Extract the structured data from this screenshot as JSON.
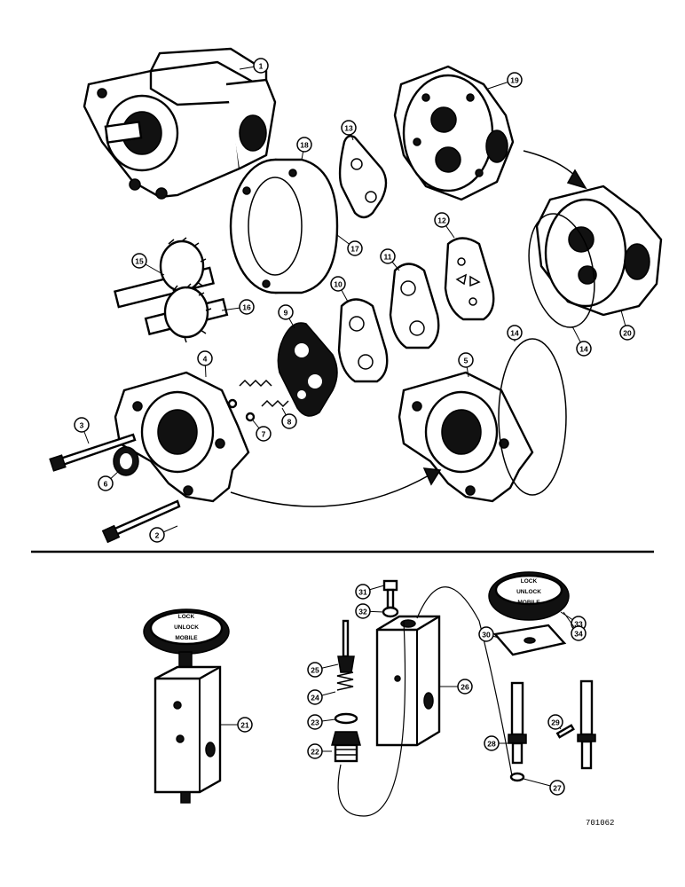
{
  "diagram": {
    "drawing_code": "701062",
    "knob_labels": {
      "left": [
        "LOCK",
        "UNLOCK",
        "MOBILE"
      ],
      "right": [
        "LOCK",
        "UNLOCK",
        "MOBILE"
      ]
    },
    "callouts": [
      "1",
      "2",
      "3",
      "4",
      "5",
      "6",
      "7",
      "8",
      "9",
      "10",
      "11",
      "12",
      "13",
      "14",
      "14",
      "15",
      "16",
      "17",
      "18",
      "19",
      "20",
      "21",
      "22",
      "23",
      "24",
      "25",
      "26",
      "27",
      "28",
      "29",
      "30",
      "31",
      "32",
      "33",
      "34"
    ]
  }
}
